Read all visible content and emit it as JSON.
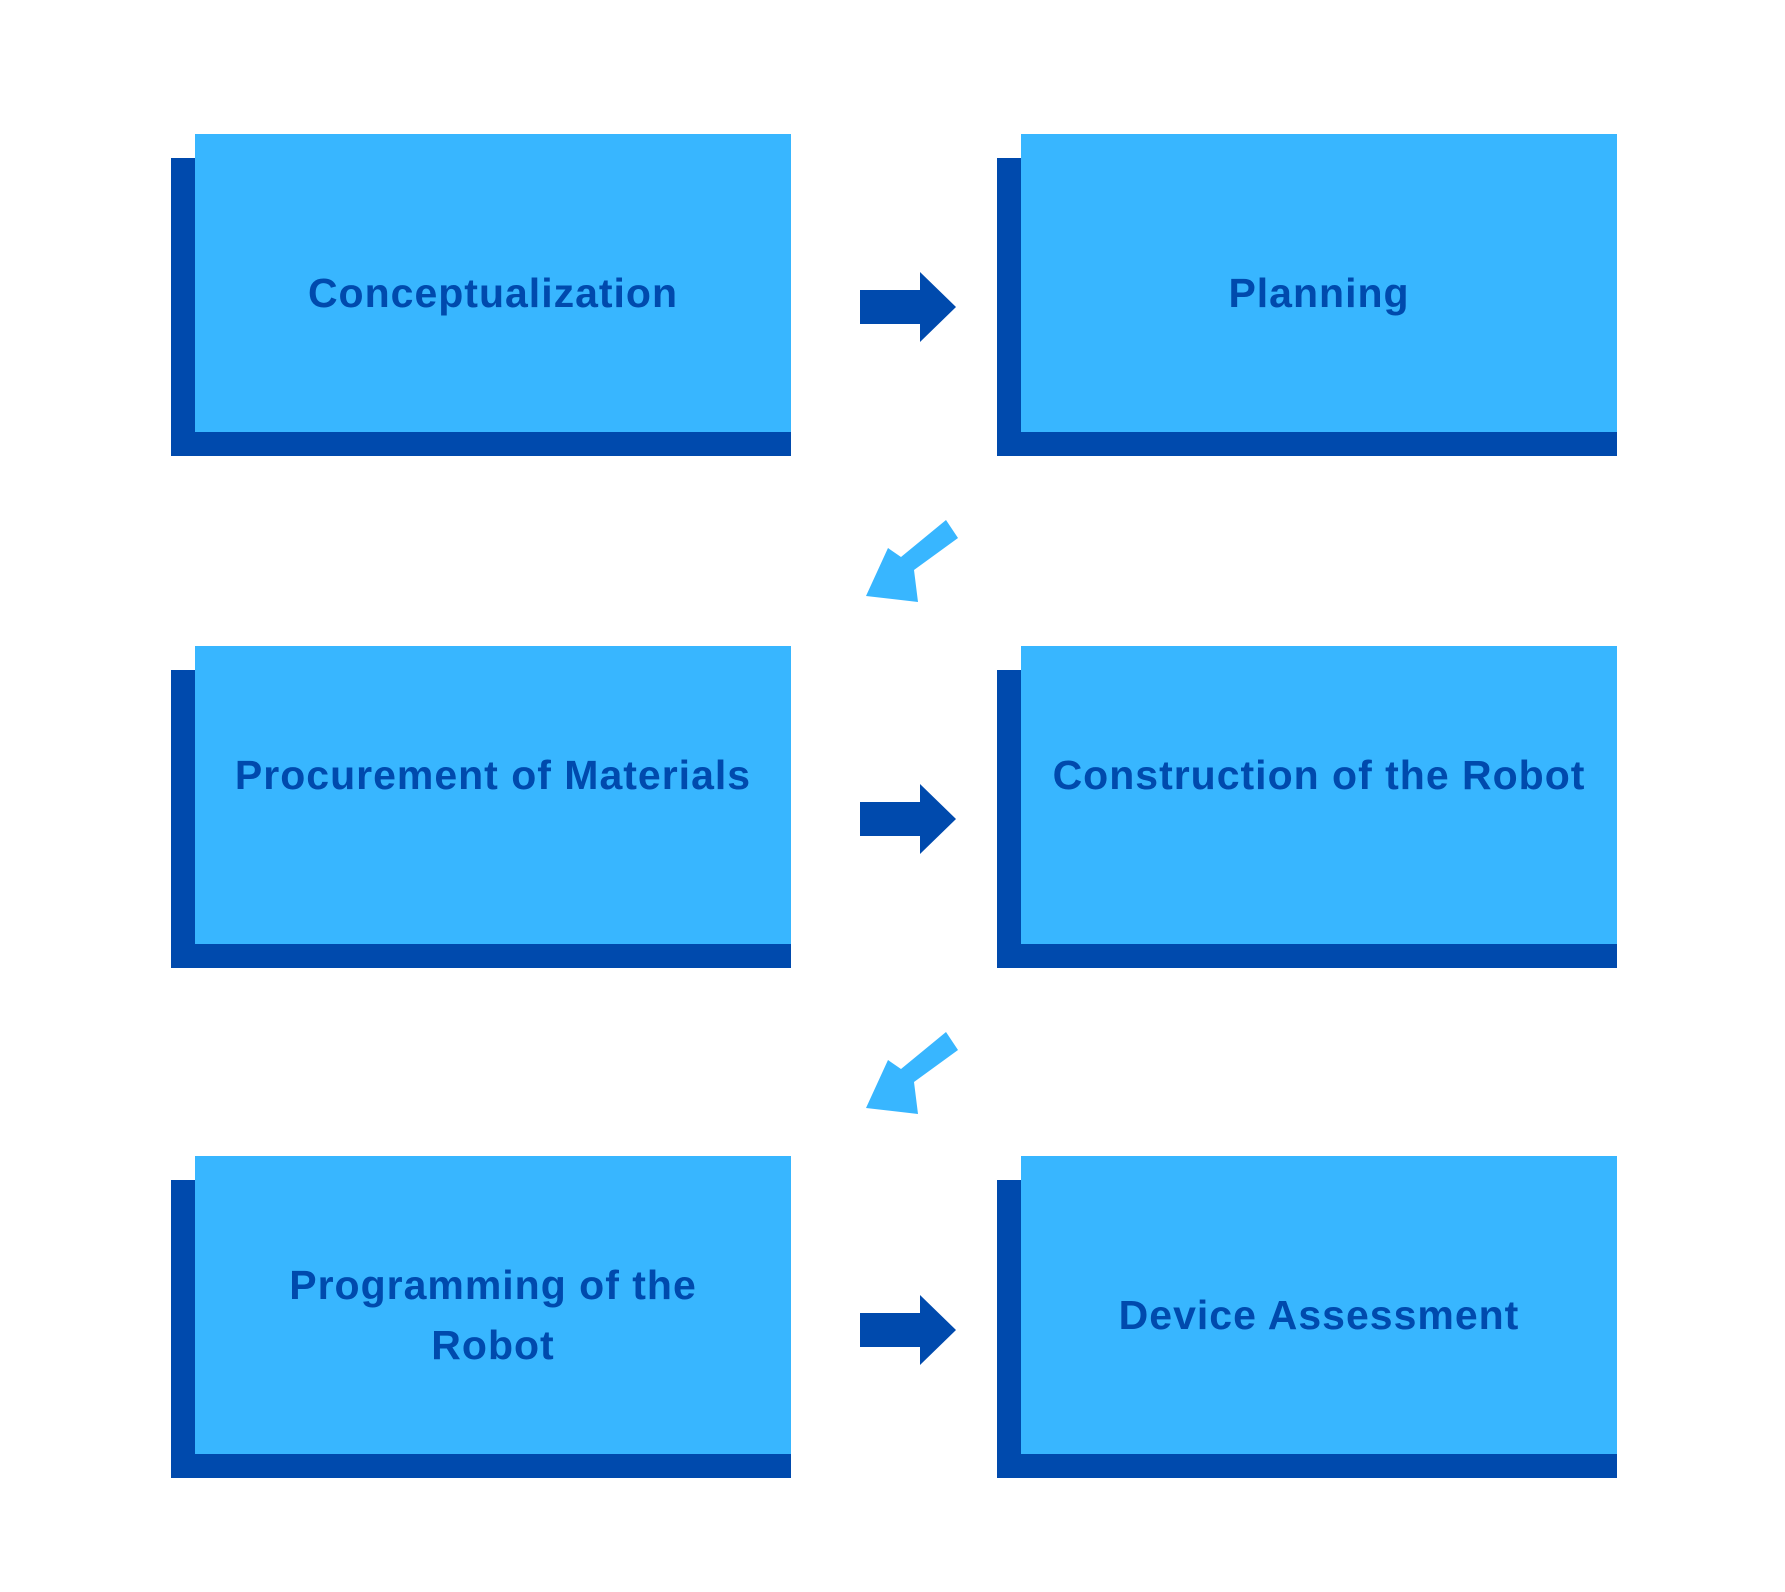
{
  "steps": [
    {
      "label": "Conceptualization"
    },
    {
      "label": "Planning"
    },
    {
      "label": "Procurement of Materials"
    },
    {
      "label": "Construction of the Robot"
    },
    {
      "label": "Programming of the Robot"
    },
    {
      "label": "Device Assessment"
    }
  ],
  "colors": {
    "primary": "#004aad",
    "accent": "#38b6ff",
    "background": "#ffffff"
  }
}
